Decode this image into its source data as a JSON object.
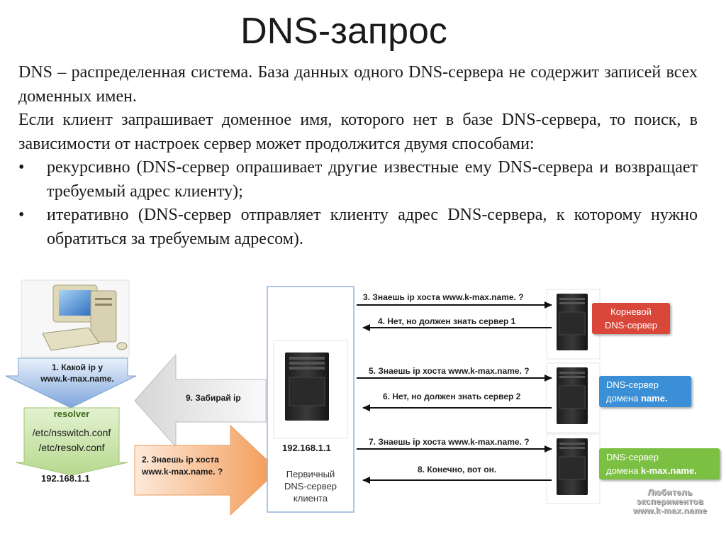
{
  "title": "DNS-запрос",
  "intro": {
    "p1": "DNS – распределенная система. База данных одного DNS-сервера не содержит записей всех доменных имен.",
    "p2": "Если клиент запрашивает доменное имя, которого нет в базе DNS-сервера, то поиск, в зависимости от настроек сервер может продолжится двумя способами:",
    "bullets": [
      "рекурсивно (DNS-сервер опрашивает другие известные ему DNS-сервера и возвращает требуемый адрес клиенту);",
      "итеративно (DNS-сервер отправляет клиенту адрес DNS-сервера, к которому нужно обратиться за требуемым адресом)."
    ],
    "bullet_symbol": "•"
  },
  "diagram": {
    "client": {
      "query_line1": "1. Какой ip у",
      "query_line2": "www.k-max.name.",
      "resolver_title": "resolver",
      "resolver_file1": "/etc/nsswitch.conf",
      "resolver_file2": "/etc/resolv.conf",
      "ip": "192.168.1.1"
    },
    "reply_arrow": "9. Забирай ip",
    "ask_arrow_line1": "2. Знаешь ip хоста",
    "ask_arrow_line2": "www.k-max.name. ?",
    "primary": {
      "ip": "192.168.1.1",
      "line1": "Первичный",
      "line2": "DNS-сервер",
      "line3": "клиента"
    },
    "messages": [
      "3. Знаешь ip хоста www.k-max.name. ?",
      "4. Нет, но должен знать сервер 1",
      "5. Знаешь ip хоста www.k-max.name. ?",
      "6. Нет, но должен знать сервер 2",
      "7. Знаешь ip хоста www.k-max.name. ?",
      "8. Конечно, вот он."
    ],
    "servers": [
      {
        "line1": "Корневой",
        "line2": "DNS-сервер",
        "bold": "",
        "color": "#d9473a"
      },
      {
        "line1": "DNS-сервер",
        "line2": "домена ",
        "bold": "name.",
        "color": "#3a8fd6"
      },
      {
        "line1": "DNS-сервер",
        "line2": "домена ",
        "bold": "k-max.name.",
        "color": "#7cc043"
      }
    ],
    "watermark": [
      "Любитель",
      "экспериментов",
      "www.k-max.name"
    ]
  },
  "colors": {
    "blue_arrow": "#8fb4e3",
    "green_box": "#c5e0a5",
    "gray_arrow": "#cccccc",
    "orange_arrow": "#f5b37c"
  }
}
